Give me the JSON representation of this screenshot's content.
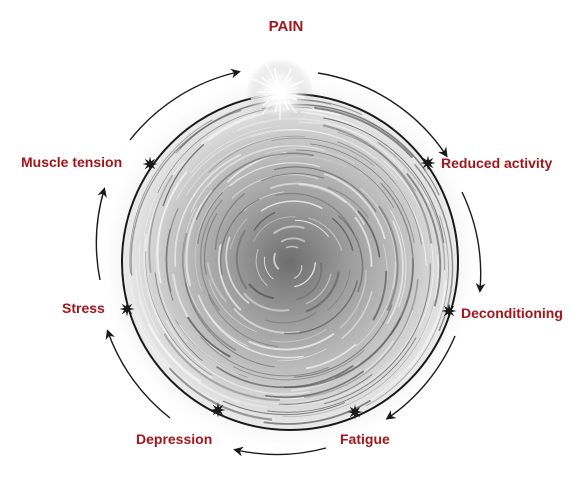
{
  "diagram": {
    "label_color": "#a3151b",
    "ink_color": "#1a1a1a",
    "nodes": [
      {
        "id": "pain",
        "label": "PAIN"
      },
      {
        "id": "reduced-activity",
        "label": "Reduced activity"
      },
      {
        "id": "deconditioning",
        "label": "Deconditioning"
      },
      {
        "id": "fatigue",
        "label": "Fatigue"
      },
      {
        "id": "depression",
        "label": "Depression"
      },
      {
        "id": "stress",
        "label": "Stress"
      },
      {
        "id": "muscle-tension",
        "label": "Muscle tension"
      }
    ],
    "flow_direction": "clockwise",
    "center_art": "grey-spiral-vortex",
    "node_marker_icon": "starburst-icon",
    "pain_marker_icon": "white-burst-icon"
  }
}
